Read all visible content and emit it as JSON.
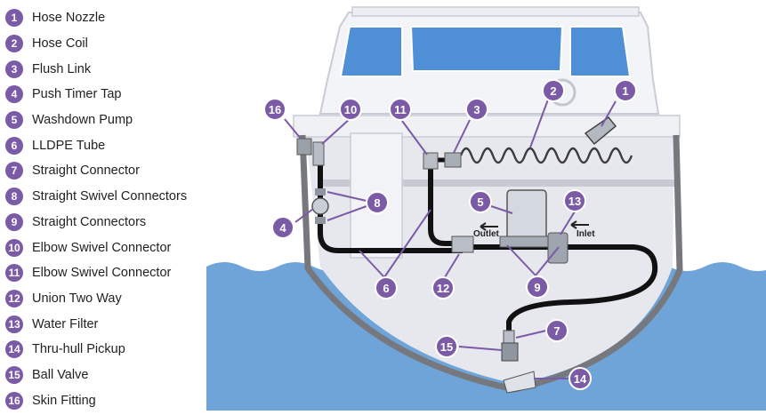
{
  "legend": [
    {
      "number": "1",
      "label": "Hose Nozzle"
    },
    {
      "number": "2",
      "label": "Hose Coil"
    },
    {
      "number": "3",
      "label": "Flush Link"
    },
    {
      "number": "4",
      "label": "Push Timer Tap"
    },
    {
      "number": "5",
      "label": "Washdown Pump"
    },
    {
      "number": "6",
      "label": "LLDPE Tube"
    },
    {
      "number": "7",
      "label": "Straight Connector"
    },
    {
      "number": "8",
      "label": "Straight Swivel Connectors"
    },
    {
      "number": "9",
      "label": "Straight Connectors"
    },
    {
      "number": "10",
      "label": "Elbow Swivel Connector"
    },
    {
      "number": "11",
      "label": "Elbow Swivel Connector"
    },
    {
      "number": "12",
      "label": "Union Two Way"
    },
    {
      "number": "13",
      "label": "Water Filter"
    },
    {
      "number": "14",
      "label": "Thru-hull Pickup"
    },
    {
      "number": "15",
      "label": "Ball Valve"
    },
    {
      "number": "16",
      "label": "Skin Fitting"
    }
  ],
  "flow_labels": {
    "outlet": "Outlet",
    "inlet": "Inlet"
  },
  "colors": {
    "accent": "#7b5aa6",
    "water": "#6ea4d8",
    "hull": "#e6e8ee",
    "pipe": "#111111"
  }
}
